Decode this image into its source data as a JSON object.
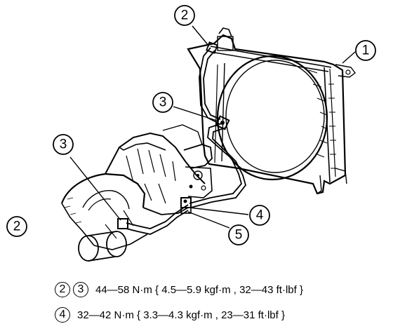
{
  "callouts": {
    "c1": "1",
    "c2_top": "2",
    "c3_mid": "3",
    "c3_left": "3",
    "c4": "4",
    "c5": "5",
    "c2_side": "2"
  },
  "specs": [
    {
      "refs": [
        "2",
        "3"
      ],
      "text": "44—58 N·m { 4.5—5.9 kgf·m , 32—43 ft·lbf }"
    },
    {
      "refs": [
        "4"
      ],
      "text": "32—42 N·m { 3.3—4.3 kgf·m , 23—31 ft·lbf }"
    }
  ]
}
